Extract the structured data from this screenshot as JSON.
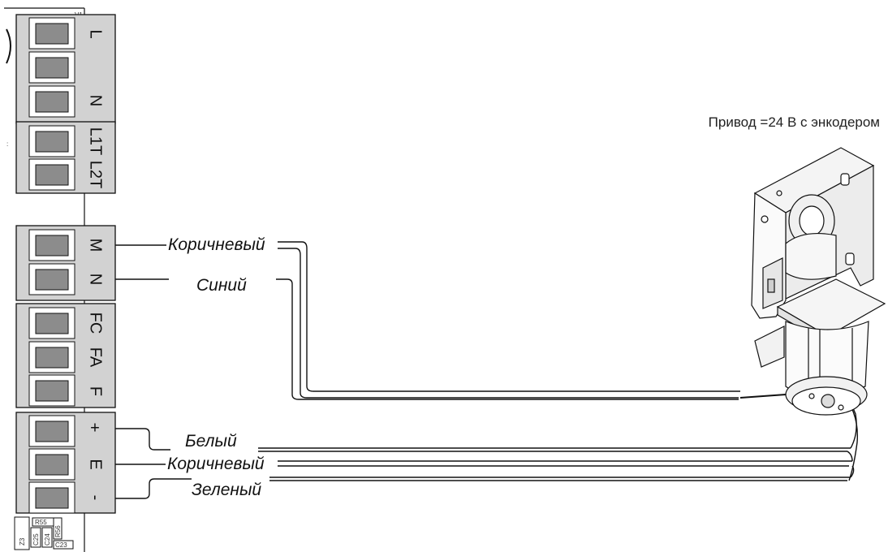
{
  "motor": {
    "title": "Привод =24 В с энкодером"
  },
  "blocks": [
    {
      "id": "power",
      "terminals": [
        "L",
        "N"
      ]
    },
    {
      "id": "lamp",
      "terminals": [
        "L1T",
        "L2T"
      ]
    },
    {
      "id": "motor",
      "terminals": [
        "M",
        "N"
      ]
    },
    {
      "id": "limit",
      "terminals": [
        "FC",
        "FA",
        "F"
      ]
    },
    {
      "id": "encoder",
      "terminals": [
        "+",
        "E",
        "-"
      ]
    }
  ],
  "wires": {
    "motor_m": "Коричневый",
    "motor_n": "Синий",
    "enc_plus": "Белый",
    "enc_e": "Коричневый",
    "enc_minus": "Зеленый"
  },
  "pcb_labels": [
    "Z3",
    "C25",
    "C24",
    "R55",
    "R56",
    "C23",
    "V1"
  ],
  "colors": {
    "terminal_fill": "#d2d2d2",
    "socket_fill": "#8c8c8c",
    "line": "#111111"
  }
}
